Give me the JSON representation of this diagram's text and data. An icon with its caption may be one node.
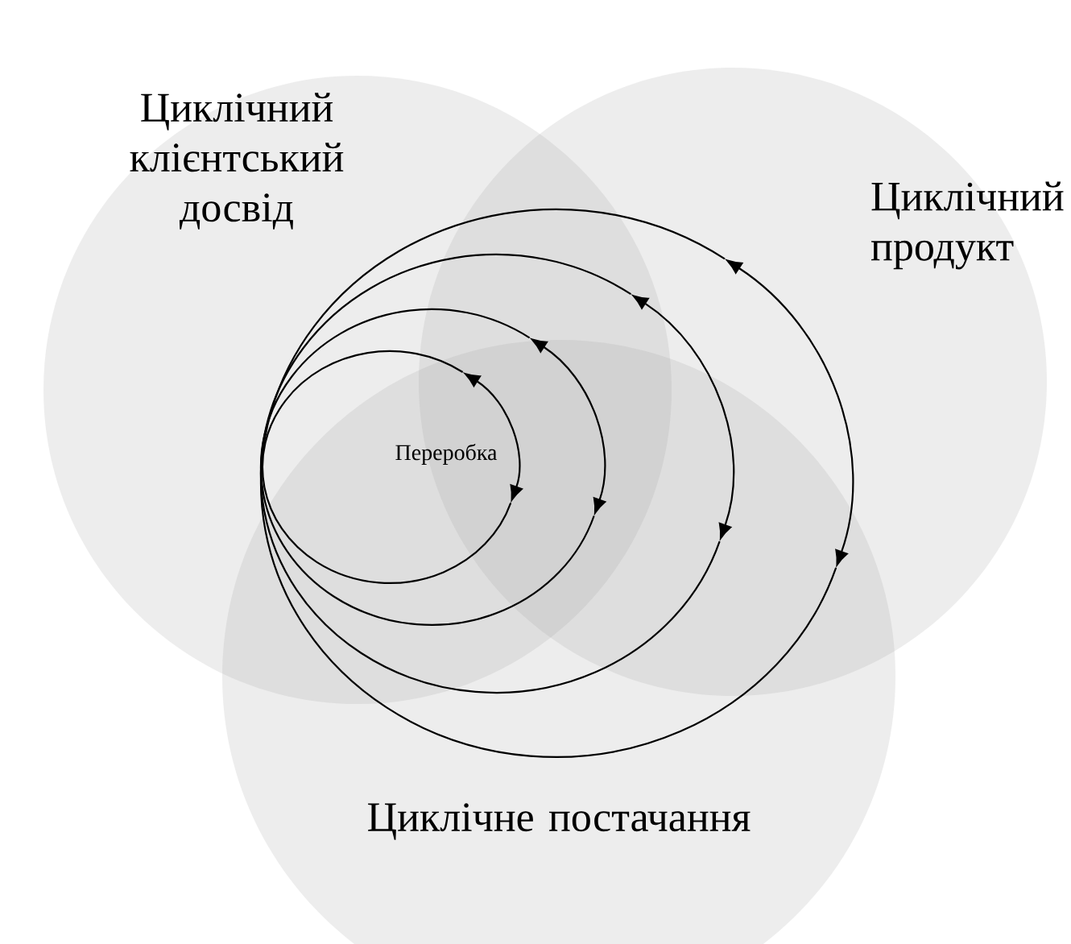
{
  "diagram": {
    "nodes": [
      {
        "text": [
          "Циклічний клієнтський досвід"
        ]
      },
      {
        "text": [
          "Циклічний продукт"
        ]
      },
      {
        "text": [
          "Циклічне постачання"
        ]
      }
    ],
    "labels": [
      "Переробка"
    ]
  }
}
